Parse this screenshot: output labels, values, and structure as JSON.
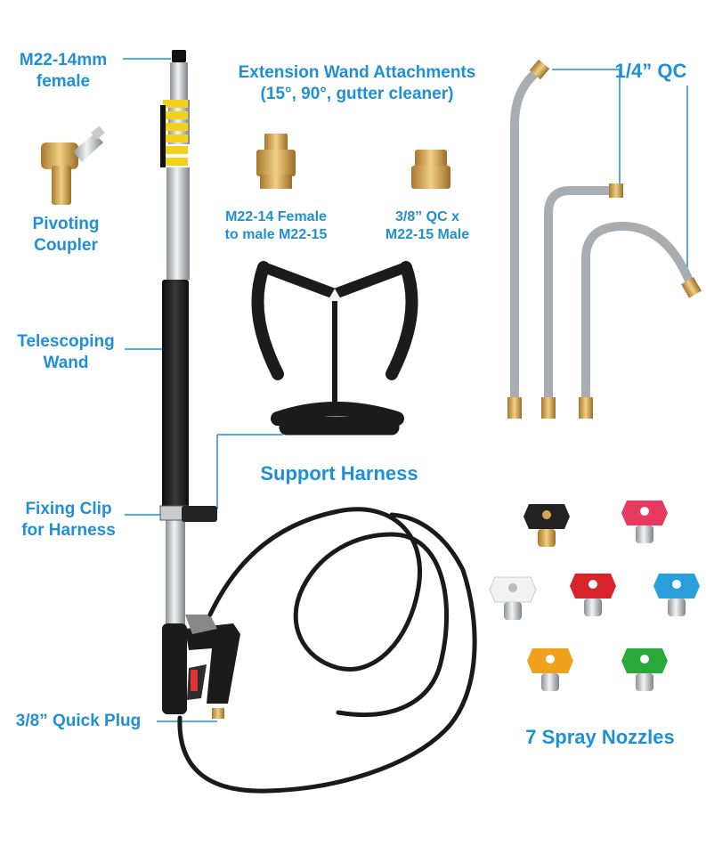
{
  "labels": {
    "m22_female_line1": "M22-14mm",
    "m22_female_line2": "female",
    "attachments_title_line1": "Extension Wand Attachments",
    "attachments_title_line2": "(15°,  90°,  gutter cleaner)",
    "quarter_qc": "1/4”  QC",
    "pivoting_line1": "Pivoting",
    "pivoting_line2": "Coupler",
    "adapter1_line1": "M22-14 Female",
    "adapter1_line2": "to male M22-15",
    "adapter2_line1": "3/8”  QC x",
    "adapter2_line2": "M22-15 Male",
    "telescoping_line1": "Telescoping",
    "telescoping_line2": "Wand",
    "support_harness": "Support Harness",
    "fixing_clip_line1": "Fixing Clip",
    "fixing_clip_line2": "for Harness",
    "quick_plug": "3/8”  Quick Plug",
    "spray_nozzles": "7 Spray Nozzles"
  },
  "colors": {
    "label_blue": "#1f8fd6",
    "brass": "#c99a45",
    "yellow_band": "#f2d21b",
    "wand_black": "#1b1b1b",
    "steel": "#b8bcc0"
  },
  "nozzle_colors": [
    "#222222",
    "#e8395f",
    "#f2f2f2",
    "#d8232a",
    "#2a9fdc",
    "#f0a11d",
    "#2aa83a"
  ]
}
